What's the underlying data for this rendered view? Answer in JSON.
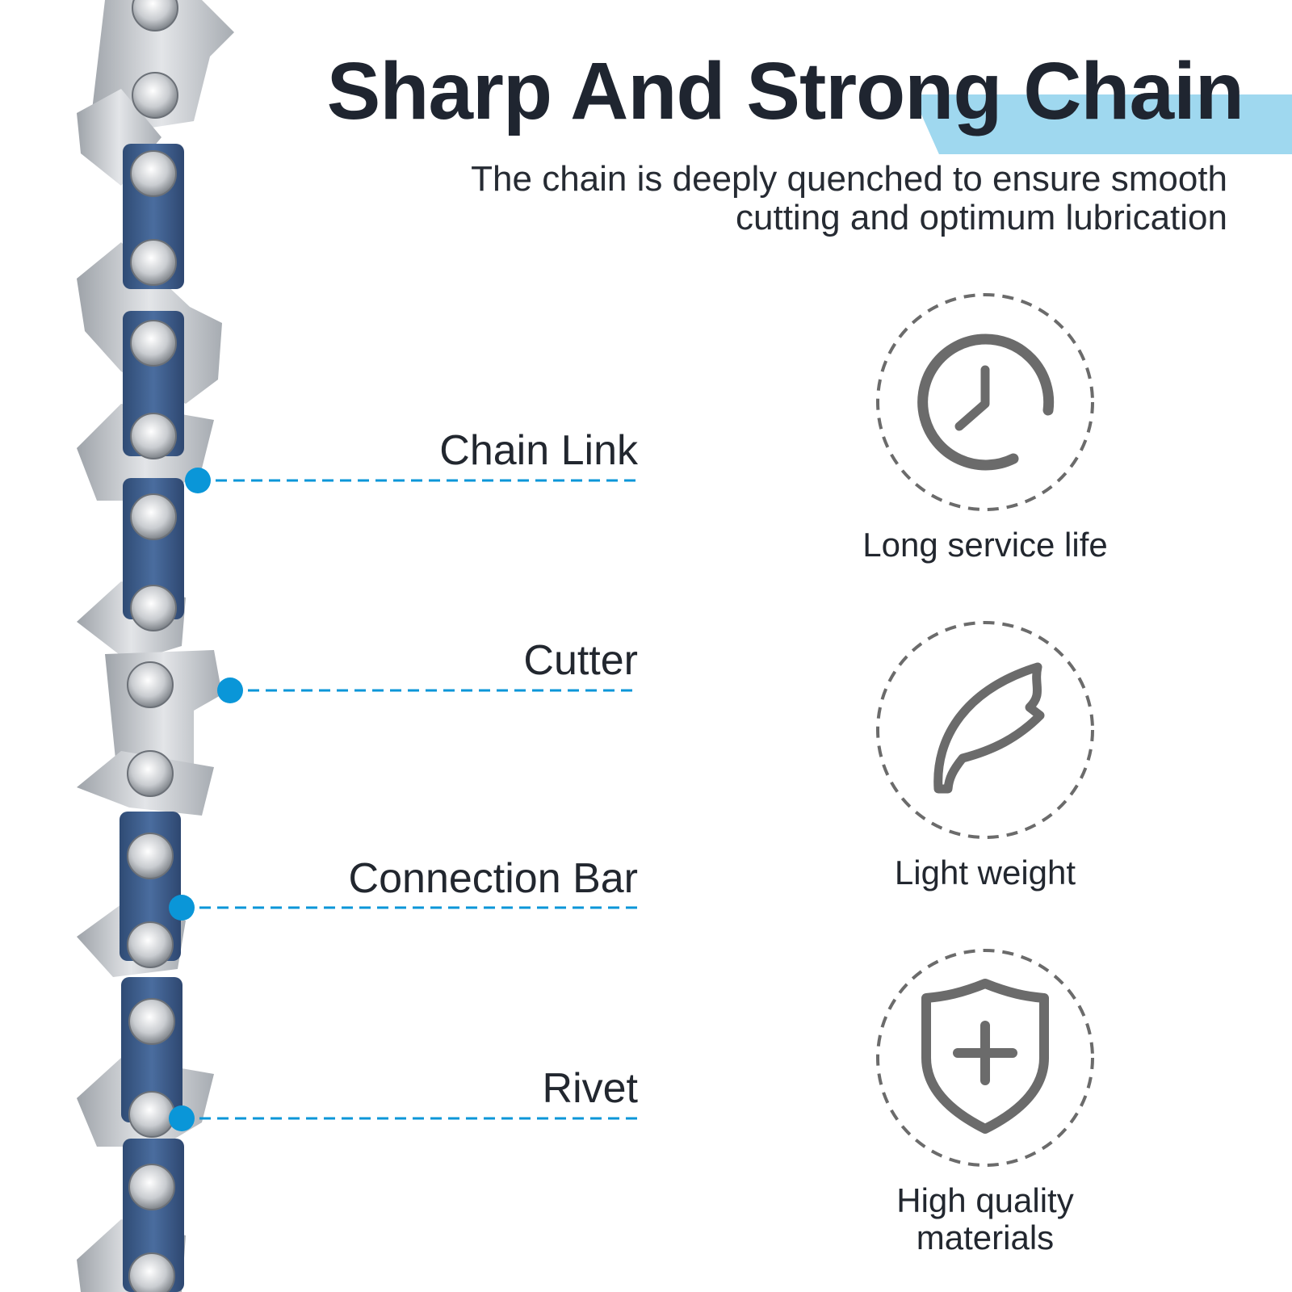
{
  "header": {
    "title": "Sharp And Strong Chain",
    "subtitle": "The chain is deeply quenched to ensure smooth cutting and optimum lubrication",
    "accent_color": "#9fd8ef"
  },
  "callouts": [
    {
      "label": "Chain Link"
    },
    {
      "label": "Cutter"
    },
    {
      "label": "Connection Bar"
    },
    {
      "label": "Rivet"
    }
  ],
  "callout_color": "#0a96d8",
  "features": [
    {
      "icon": "clock-icon",
      "label": "Long service life"
    },
    {
      "icon": "feather-icon",
      "label": "Light weight"
    },
    {
      "icon": "shield-plus-icon",
      "label": "High quality materials"
    }
  ],
  "icon_color": "#6b6b6b",
  "chain": {
    "link_color": "#3f5f8f",
    "cutter_color": "#c4c7cb"
  }
}
